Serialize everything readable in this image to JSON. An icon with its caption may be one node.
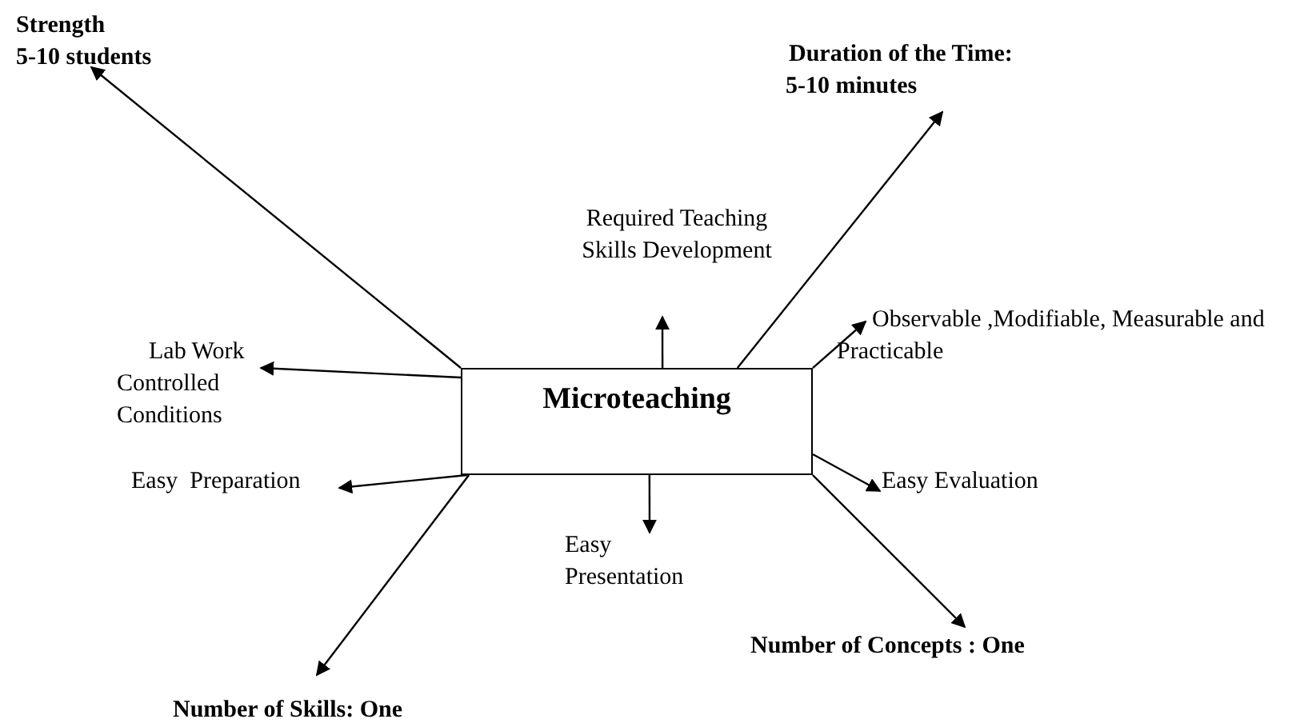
{
  "diagram": {
    "nodes": [
      {
        "text": [
          "Microteaching"
        ]
      },
      {
        "text": [
          "Strength",
          "5-10 students"
        ]
      },
      {
        "text": [
          "Duration of the Time:",
          "5-10 minutes"
        ]
      },
      {
        "text": [
          "Required Teaching Skills Development"
        ]
      },
      {
        "text": [
          "Observable ,Modifiable, Measurable and Practicable"
        ]
      },
      {
        "text": [
          "Lab Work Controlled Conditions"
        ]
      },
      {
        "text": [
          "Easy  Preparation"
        ]
      },
      {
        "text": [
          "Easy Evaluation"
        ]
      },
      {
        "text": [
          "Easy Presentation"
        ]
      },
      {
        "text": [
          "Number of Concepts : One"
        ]
      },
      {
        "text": [
          "Number of Skills: One"
        ]
      }
    ],
    "edges": [
      {
        "from": 0,
        "to": 1,
        "arrow": "to"
      },
      {
        "from": 0,
        "to": 2,
        "arrow": "to"
      },
      {
        "from": 0,
        "to": 3,
        "arrow": "to"
      },
      {
        "from": 0,
        "to": 4,
        "arrow": "to"
      },
      {
        "from": 0,
        "to": 5,
        "arrow": "to"
      },
      {
        "from": 0,
        "to": 6,
        "arrow": "to"
      },
      {
        "from": 0,
        "to": 7,
        "arrow": "to"
      },
      {
        "from": 0,
        "to": 8,
        "arrow": "to"
      },
      {
        "from": 0,
        "to": 9,
        "arrow": "to"
      },
      {
        "from": 0,
        "to": 10,
        "arrow": "to"
      }
    ]
  }
}
